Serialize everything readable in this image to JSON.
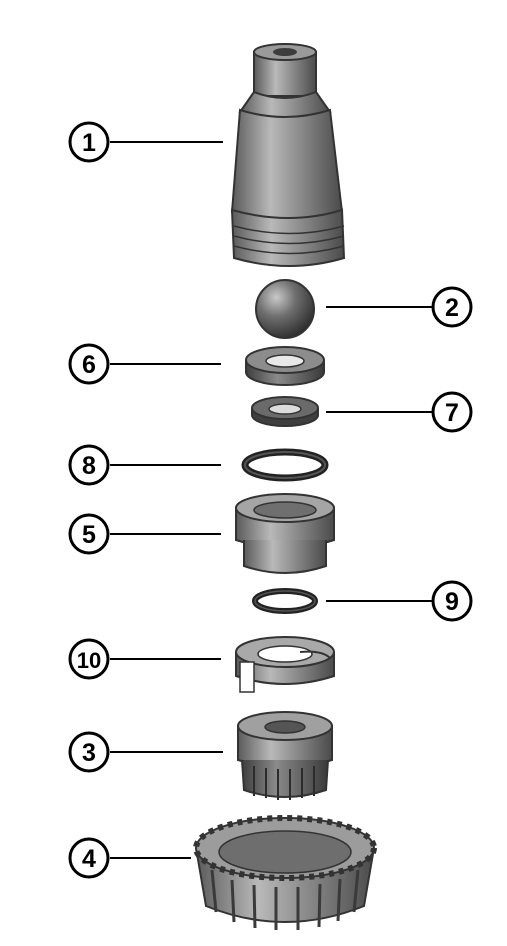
{
  "diagram": {
    "callouts": [
      {
        "id": "c1",
        "label": "1"
      },
      {
        "id": "c2",
        "label": "2"
      },
      {
        "id": "c3",
        "label": "3"
      },
      {
        "id": "c4",
        "label": "4"
      },
      {
        "id": "c5",
        "label": "5"
      },
      {
        "id": "c6",
        "label": "6"
      },
      {
        "id": "c7",
        "label": "7"
      },
      {
        "id": "c8",
        "label": "8"
      },
      {
        "id": "c9",
        "label": "9"
      },
      {
        "id": "c10",
        "label": "10"
      }
    ],
    "colors": {
      "part_dark": "#4a4a4a",
      "part_mid": "#7d7d7d",
      "part_light": "#b4b4b4",
      "callout_stroke": "#000000",
      "callout_fill": "#ffffff"
    }
  }
}
